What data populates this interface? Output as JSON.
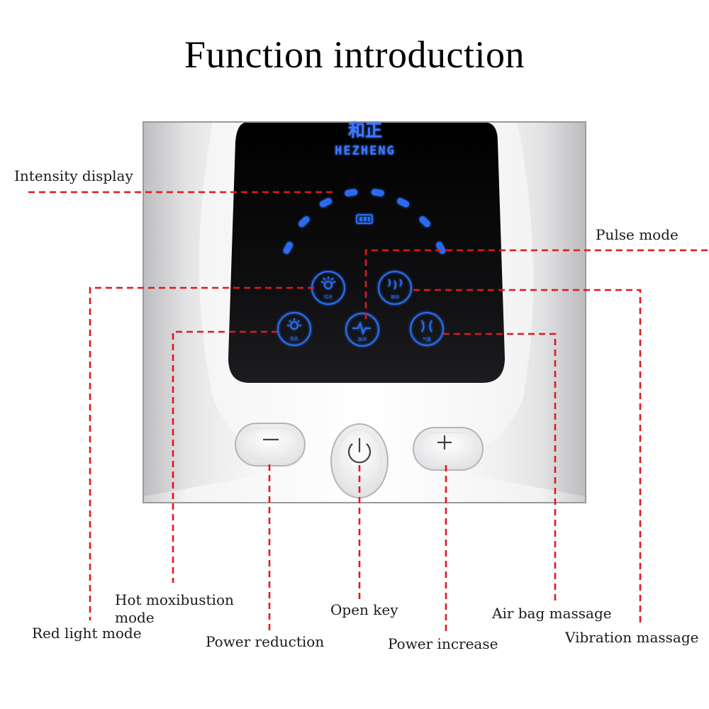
{
  "title": "Function introduction",
  "device": {
    "brand_cn": "和正",
    "brand_en": "HEZHENG",
    "panel_buttons": {
      "red_light": "红光",
      "vibration": "振动",
      "hot": "热灸",
      "pulse": "脉冲",
      "airbag": "气囊"
    },
    "intensity_level_segments": 8
  },
  "labels": {
    "intensity_display": "Intensity display",
    "pulse_mode": "Pulse mode",
    "hot_moxibustion_line1": "Hot moxibustion",
    "hot_moxibustion_line2": "mode",
    "red_light_mode": "Red light mode",
    "power_reduction": "Power reduction",
    "open_key": "Open key",
    "power_increase": "Power increase",
    "air_bag_massage": "Air bag massage",
    "vibration_massage": "Vibration massage"
  },
  "colors": {
    "callout_line": "#e0191e",
    "display_glow": "#2a6cf0",
    "panel_black": "#0c0c0e"
  }
}
